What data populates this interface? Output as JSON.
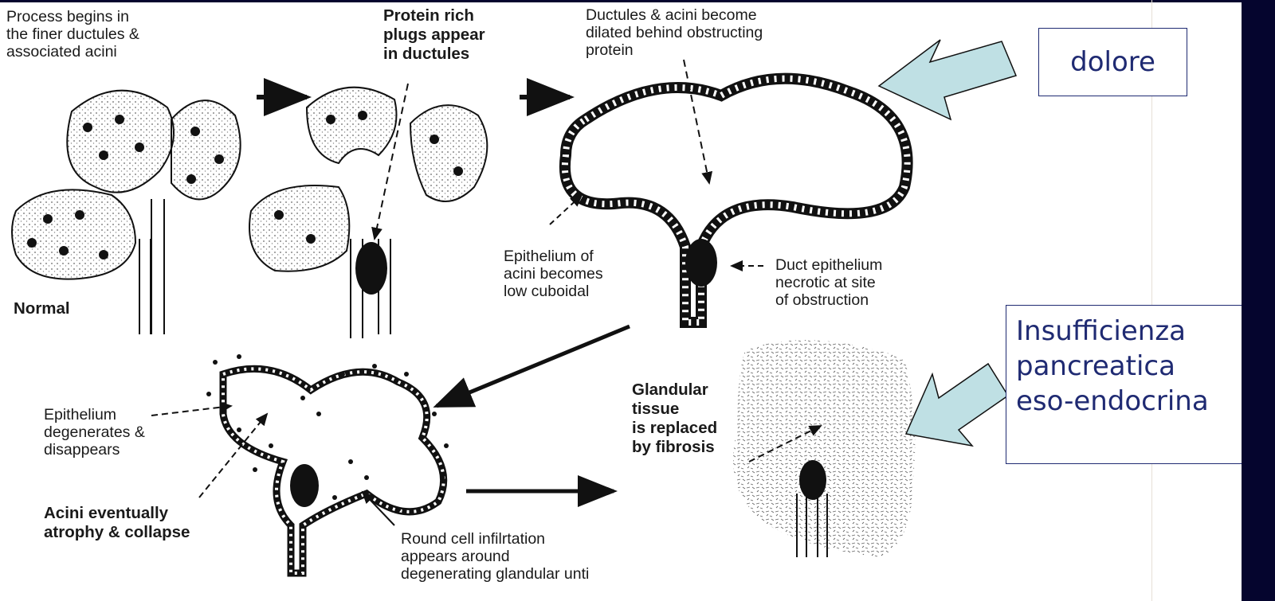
{
  "labels": {
    "process_begins": "Process begins in\nthe finer ductules &\nassociated acini",
    "protein_plugs": "Protein rich\nplugs appear\nin ductules",
    "ductules_dilated": "Ductules & acini become\ndilated behind obstructing\nprotein",
    "normal": "Normal",
    "epithelium_acini": "Epithelium of\nacini becomes\nlow cuboidal",
    "duct_necrotic": "Duct epithelium\nnecrotic at site\nof obstruction",
    "epithelium_degenerates": "Epithelium\ndegenerates &\ndisappears",
    "acini_atrophy": "Acini eventually\natrophy & collapse",
    "round_cell": "Round cell infilrtation\nappears around\ndegenerating glandular unti",
    "glandular_tissue": "Glandular\ntissue\nis replaced\nby fibrosis"
  },
  "callouts": {
    "pain": "dolore",
    "insufficiency": "Insufficienza\npancreatica\neso-endocrina"
  },
  "colors": {
    "callout_text": "#1f2a72",
    "callout_arrow_fill": "#bfe0e4",
    "slide_band": "#05052e",
    "ink": "#1a1a1a"
  }
}
